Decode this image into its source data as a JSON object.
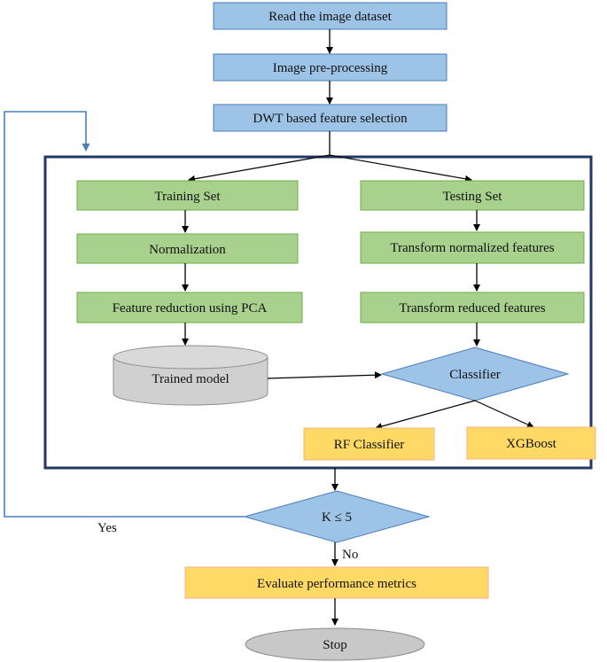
{
  "colors": {
    "blue_fill": "#9dc3e6",
    "blue_stroke": "#4a7ebb",
    "green_fill": "#a9d18e",
    "green_stroke": "#70ad47",
    "orange_fill": "#ffd966",
    "orange_stroke": "#f4b183",
    "gray_fill": "#d0d0d0",
    "gray_stroke": "#8c8c8c",
    "frame": "#1f3864",
    "loop_line": "#4a7ebb"
  },
  "steps": {
    "read_dataset": "Read the image dataset",
    "preprocessing": "Image pre-processing",
    "dwt_selection": "DWT based feature selection",
    "evaluate": "Evaluate performance metrics",
    "stop": "Stop"
  },
  "training": {
    "set": "Training Set",
    "normalization": "Normalization",
    "pca": "Feature reduction using PCA",
    "model": "Trained model"
  },
  "testing": {
    "set": "Testing Set",
    "transform_normalized": "Transform normalized features",
    "transform_reduced": "Transform reduced features"
  },
  "classifier": {
    "label": "Classifier",
    "rf": "RF Classifier",
    "xgb": "XGBoost"
  },
  "decision": {
    "condition": "K ≤ 5",
    "yes": "Yes",
    "no": "No"
  }
}
